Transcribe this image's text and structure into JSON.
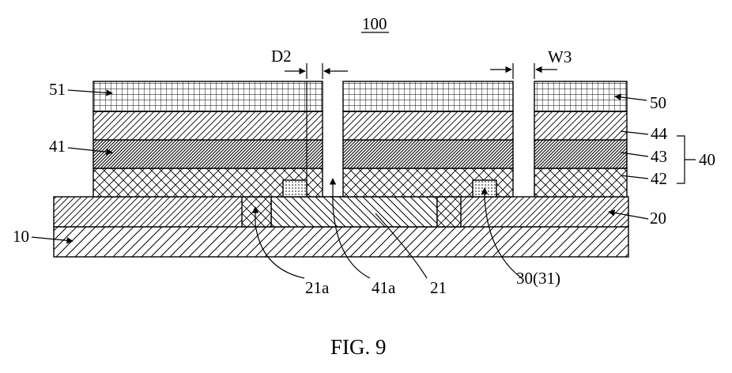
{
  "figure": {
    "ref_title": "100",
    "caption": "FIG. 9",
    "labels": {
      "l10": "10",
      "l20": "20",
      "l21": "21",
      "l21a": "21a",
      "l30": "30(31)",
      "l40": "40",
      "l41": "41",
      "l41a": "41a",
      "l42": "42",
      "l43": "43",
      "l44": "44",
      "l50": "50",
      "l51": "51",
      "d2": "D2",
      "w3": "W3"
    }
  }
}
